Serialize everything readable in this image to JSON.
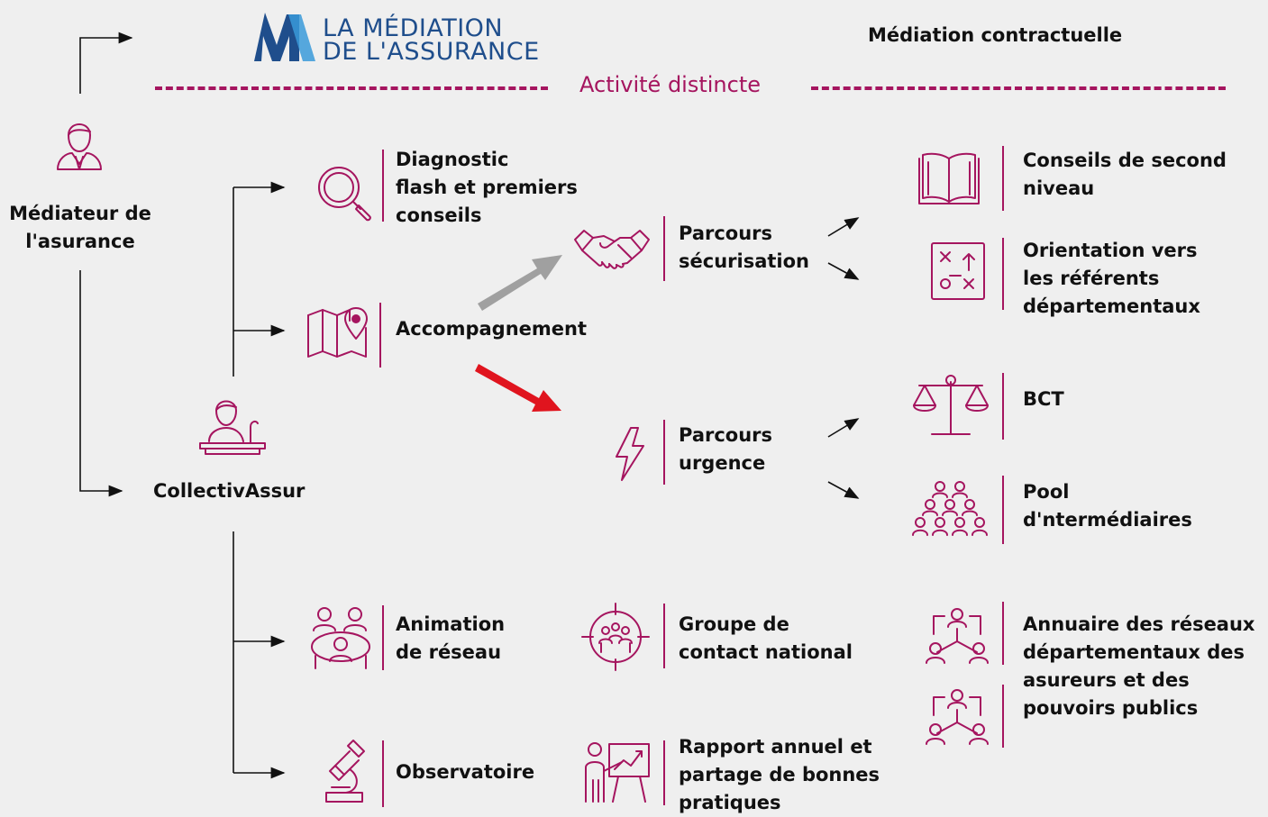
{
  "logo": {
    "line1": "LA MÉDIATION",
    "line2": "DE L'ASSURANCE"
  },
  "header_right": "Médiation contractuelle",
  "activity_label": "Activité distincte",
  "nodes": {
    "mediateur": "Médiateur de\nl'asurance",
    "collectiv": "CollectivAssur",
    "diagnostic": "Diagnostic\nflash et premiers\nconseils",
    "accompagnement": "Accompagnement",
    "parcours_securisation": "Parcours\nsécurisation",
    "parcours_urgence": "Parcours\nurgence",
    "conseils": "Conseils de second\nniveau",
    "orientation": "Orientation vers\nles référents\ndépartementaux",
    "bct": "BCT",
    "pool": "Pool\nd'ntermédiaires",
    "animation": "Animation\nde réseau",
    "groupe": "Groupe de\ncontact national",
    "annuaire": "Annuaire des réseaux\ndépartementaux des\nasureurs et des\npouvoirs publics",
    "observatoire": "Observatoire",
    "rapport": "Rapport annuel et\npartage de bonnes\npratiques"
  },
  "colors": {
    "accent": "#a5155f",
    "logo_blue": "#1f4e8c",
    "arrow_gray": "#a0a0a0",
    "arrow_red": "#e0141e",
    "background": "#efefef"
  }
}
